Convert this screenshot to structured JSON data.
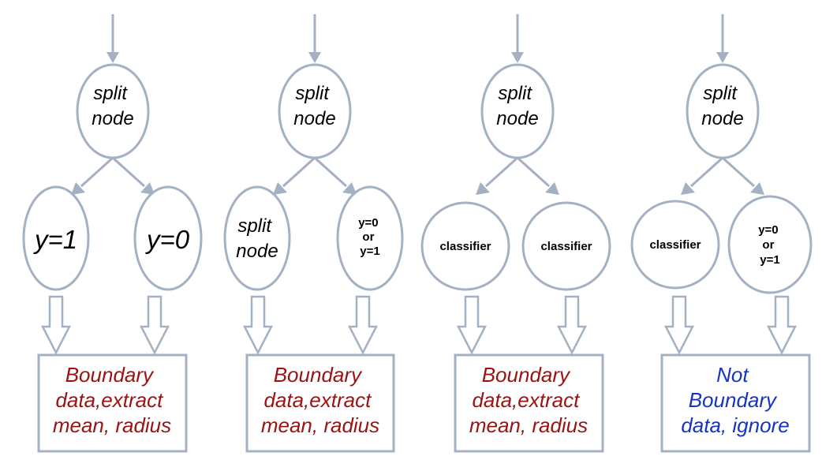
{
  "colors": {
    "stroke": "#a3b1c2",
    "text": "#000000",
    "boundary_text": "#9c1212",
    "not_boundary_text": "#1633c4"
  },
  "diagrams": [
    {
      "root": [
        "split",
        "node"
      ],
      "left": [
        "y=1"
      ],
      "right": [
        "y=0"
      ],
      "box": [
        "Boundary",
        "data,extract",
        "mean, radius"
      ]
    },
    {
      "root": [
        "split",
        "node"
      ],
      "left": [
        "split",
        "node"
      ],
      "right": [
        "y=0",
        "or",
        "y=1"
      ],
      "box": [
        "Boundary",
        "data,extract",
        "mean, radius"
      ]
    },
    {
      "root": [
        "split",
        "node"
      ],
      "left": [
        "classifier"
      ],
      "right": [
        "classifier"
      ],
      "box": [
        "Boundary",
        "data,extract",
        "mean, radius"
      ]
    },
    {
      "root": [
        "split",
        "node"
      ],
      "left": [
        "classifier"
      ],
      "right": [
        "y=0",
        "or",
        "y=1"
      ],
      "box": [
        "Not",
        "Boundary",
        "data, ignore"
      ]
    }
  ]
}
